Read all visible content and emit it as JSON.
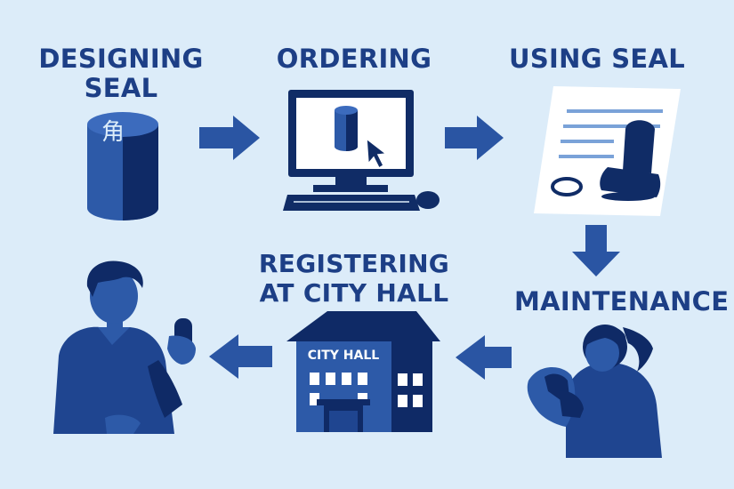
{
  "steps": {
    "designing": {
      "line1": "DESIGNING",
      "line2": "SEAL"
    },
    "ordering": {
      "label": "ORDERING"
    },
    "using": {
      "label": "USING SEAL"
    },
    "maintenance": {
      "label": "MAINTENANCE"
    },
    "registering": {
      "line1": "REGISTERING",
      "line2": "AT CITY HALL",
      "building_sign": "CITY HALL"
    }
  },
  "seal_character": "角",
  "colors": {
    "background": "#dcecf9",
    "primary": "#1d3f86",
    "dark": "#0f2a66",
    "mid": "#2d5aa8"
  },
  "icons": [
    "seal-cylinder-icon",
    "computer-icon",
    "document-stamp-icon",
    "woman-cleaning-icon",
    "city-hall-icon",
    "man-holding-seal-icon",
    "arrow-icon"
  ]
}
